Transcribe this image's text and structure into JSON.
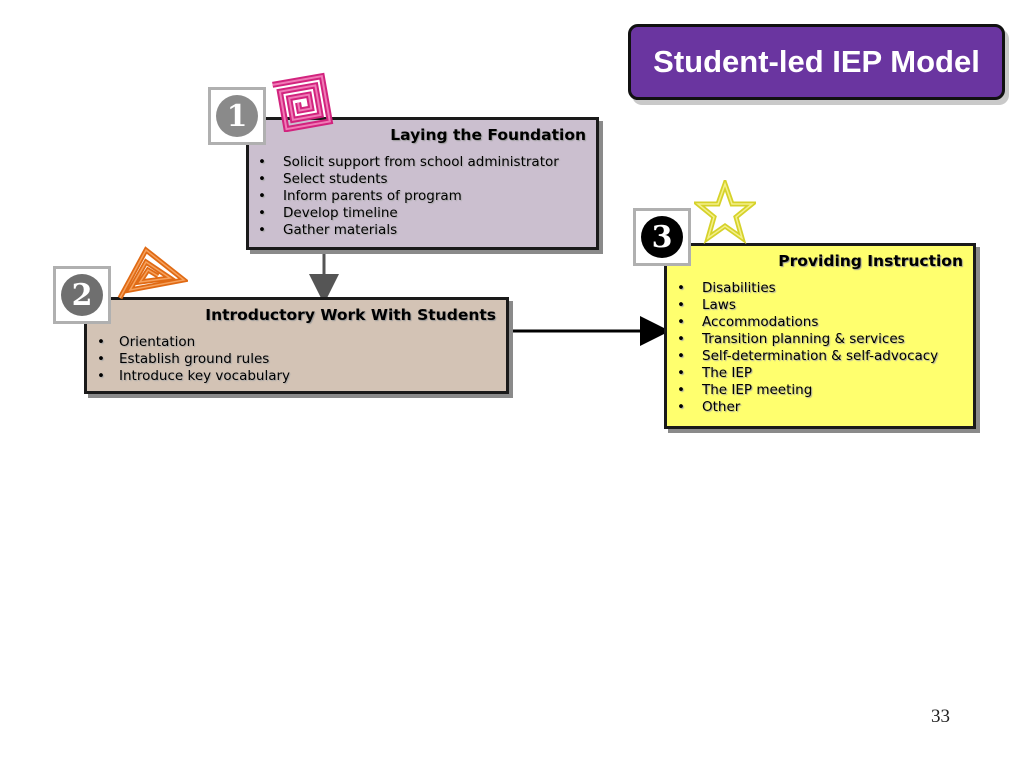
{
  "title": "Student-led IEP Model",
  "steps": [
    {
      "number": "1",
      "heading": "Laying the Foundation",
      "color": "#cbbfcf",
      "items": [
        "Solicit support from school administrator",
        "Select students",
        "Inform parents of program",
        "Develop timeline",
        "Gather materials"
      ]
    },
    {
      "number": "2",
      "heading": "Introductory Work With Students",
      "color": "#d3c3b5",
      "items": [
        "Orientation",
        "Establish ground rules",
        "Introduce key vocabulary"
      ]
    },
    {
      "number": "3",
      "heading": "Providing Instruction",
      "color": "#ffff6e",
      "items": [
        "Disabilities",
        "Laws",
        "Accommodations",
        "Transition planning & services",
        "Self-determination & self-advocacy",
        "The IEP",
        "The IEP meeting",
        "Other"
      ]
    }
  ],
  "decorations": {
    "step1_icon": "pink-square-spiral-icon",
    "step2_icon": "orange-triangle-spiral-icon",
    "step3_icon": "yellow-star-icon"
  },
  "colors": {
    "title_bg": "#6a35a0",
    "title_text": "#ffffff",
    "arrow_gray": "#555555",
    "arrow_black": "#000000"
  },
  "slide_number": "33"
}
